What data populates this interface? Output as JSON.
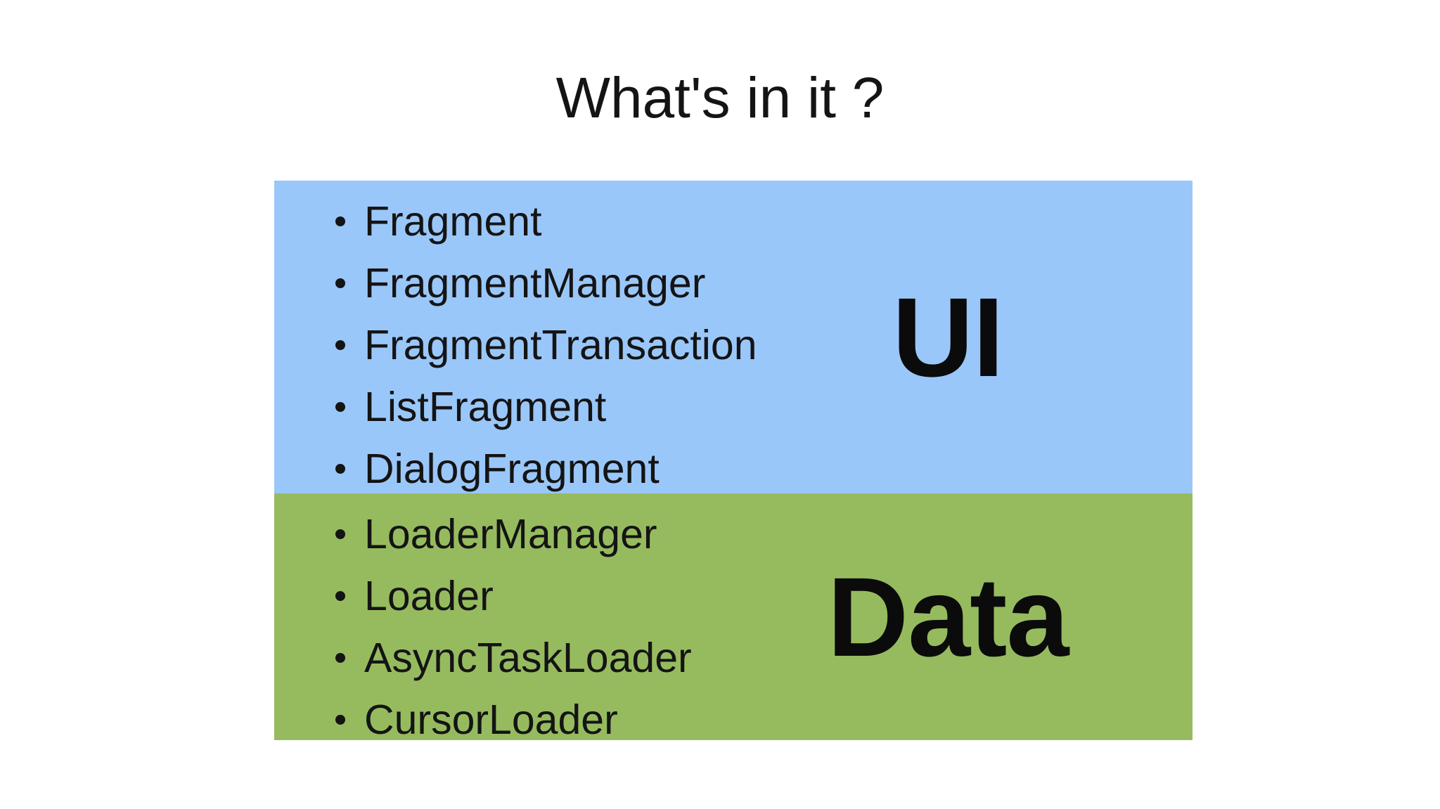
{
  "slide": {
    "title": "What's in it ?",
    "title_color": "#141414",
    "background_color": "#ffffff",
    "text_color": "#141414",
    "sections": [
      {
        "name": "ui",
        "label": "UI",
        "bg_color": "#9ac7f9",
        "items": [
          "Fragment",
          "FragmentManager",
          "FragmentTransaction",
          "ListFragment",
          "DialogFragment"
        ]
      },
      {
        "name": "data",
        "label": "Data",
        "bg_color": "#96bb5f",
        "items": [
          "LoaderManager",
          "Loader",
          "AsyncTaskLoader",
          "CursorLoader"
        ]
      }
    ]
  }
}
